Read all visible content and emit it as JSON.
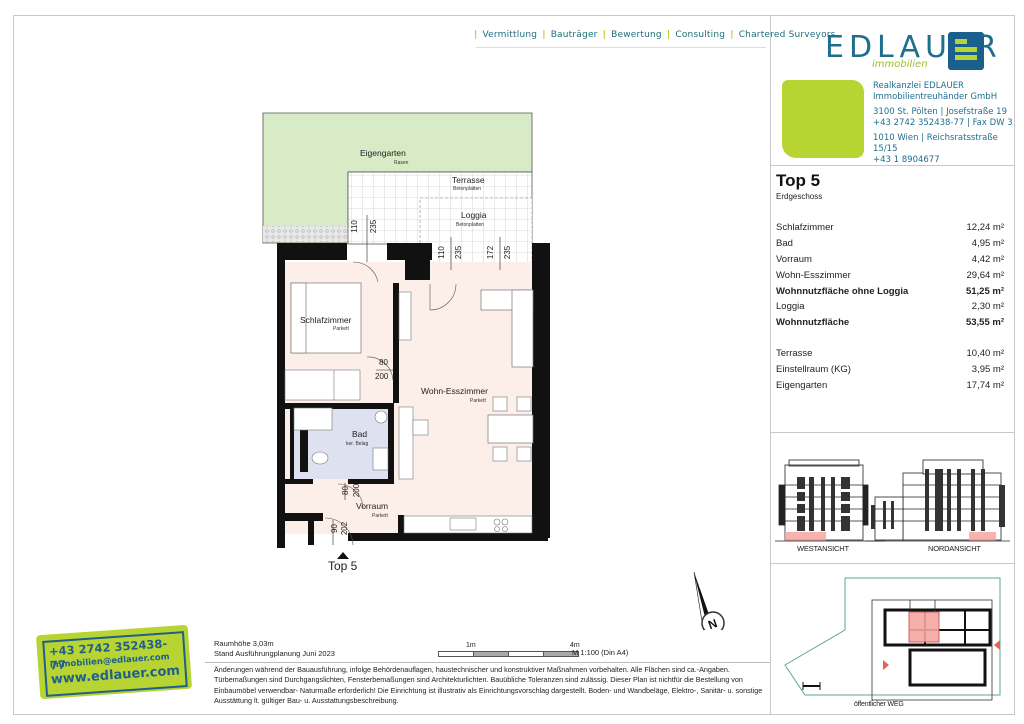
{
  "header": {
    "nav_items": [
      "Vermittlung",
      "Bauträger",
      "Bewertung",
      "Consulting",
      "Chartered Surveyors"
    ],
    "logo": {
      "name": "EDLAUER",
      "subtitle": "immobilien",
      "brand_blue": "#1a5f8e",
      "brand_green": "#b7d432"
    },
    "contact": {
      "company_line1": "Realkanzlei EDLAUER",
      "company_line2": "Immobilientreuhänder GmbH",
      "office1_address": "3100 St. Pölten | Josefstraße 19",
      "office1_phone": "+43 2742 352438-77 | Fax DW 3",
      "office2_address": "1010 Wien | Reichsratsstraße 15/15",
      "office2_phone": "+43 1 8904677"
    }
  },
  "unit": {
    "title": "Top 5",
    "floor": "Erdgeschoss",
    "areas": [
      {
        "label": "Schlafzimmer",
        "value": "12,24",
        "unit": "m²",
        "bold": false
      },
      {
        "label": "Bad",
        "value": "4,95",
        "unit": "m²",
        "bold": false
      },
      {
        "label": "Vorraum",
        "value": "4,42",
        "unit": "m²",
        "bold": false
      },
      {
        "label": "Wohn-Esszimmer",
        "value": "29,64",
        "unit": "m²",
        "bold": false
      },
      {
        "label": "Wohnnutzfläche ohne Loggia",
        "value": "51,25",
        "unit": "m²",
        "bold": true
      },
      {
        "label": "Loggia",
        "value": "2,30",
        "unit": "m²",
        "bold": false
      },
      {
        "label": "Wohnnutzfläche",
        "value": "53,55",
        "unit": "m²",
        "bold": true
      }
    ],
    "extra_areas": [
      {
        "label": "Terrasse",
        "value": "10,40",
        "unit": "m²"
      },
      {
        "label": "Einstellraum (KG)",
        "value": "3,95",
        "unit": "m²"
      },
      {
        "label": "Eigengarten",
        "value": "17,74",
        "unit": "m²"
      }
    ]
  },
  "elevations": {
    "west_label": "WESTANSICHT",
    "north_label": "NORDANSICHT",
    "highlight_color": "#f4a6a0"
  },
  "site_plan": {
    "path_label": "öffentlicher WEG",
    "outline_color": "#5aaa88",
    "marker_color": "#e8605a"
  },
  "floor_plan": {
    "rooms": {
      "garden": {
        "name": "Eigengarten",
        "finish": "Rasen"
      },
      "terrace": {
        "name": "Terrasse",
        "finish": "Betonplatten"
      },
      "loggia": {
        "name": "Loggia",
        "finish": "Betonplatten"
      },
      "bedroom": {
        "name": "Schlafzimmer",
        "finish": "Parkett"
      },
      "living": {
        "name": "Wohn-Esszimmer",
        "finish": "Parkett"
      },
      "bath": {
        "name": "Bad",
        "finish": "ker. Belag"
      },
      "hall": {
        "name": "Vorraum",
        "finish": "Parkett"
      }
    },
    "dims": {
      "terrace_door_w": "110",
      "terrace_door_h": "235",
      "loggia_door1_w": "110",
      "loggia_door1_h": "235",
      "loggia_door2_w": "172",
      "loggia_door2_h": "235",
      "bedroom_door_w": "80",
      "bedroom_door_h": "200",
      "bath_door_w": "80",
      "bath_door_h": "200",
      "entry_door_w": "90",
      "entry_door_h": "202"
    },
    "entry_label": "Top 5",
    "colors": {
      "garden": "#d7ebc6",
      "interior": "#fcefe9",
      "bath": "#dde1f0",
      "wall": "#111111"
    }
  },
  "footer": {
    "badge": {
      "phone": "+43 2742 352438-77",
      "email": "immobilien@edlauer.com",
      "web": "www.edlauer.com"
    },
    "room_height": "Raumhöhe 3,03m",
    "plan_status": "Stand Ausführungplanung Juni 2023",
    "scale_labels": {
      "left": "1m",
      "right": "4m"
    },
    "scale_note": "M 1:100 (Din A4)",
    "disclaimer": "Änderungen während der Bauausführung, infolge Behördenauflagen, haustechnischer und konstruktiver Maßnahmen  vorbehalten. Alle Flächen sind ca.-Angaben. Türbemaßungen sind Durchgangslichten, Fensterbemaßungen sind Architekturlichten. Bauübliche Toleranzen sind zulässig. Dieser Plan ist nichtfür die Bestellung von Einbaumöbel verwendbar- Naturmaße erforderlich! Die Einrichtung ist illustrativ als Einrichtungsvorschlag dargestellt. Boden- und Wandbeläge, Elektro-, Sanitär- u. sonstige Ausstättung lt. gültiger Bau- u. Ausstattungsbeschreibung."
  }
}
